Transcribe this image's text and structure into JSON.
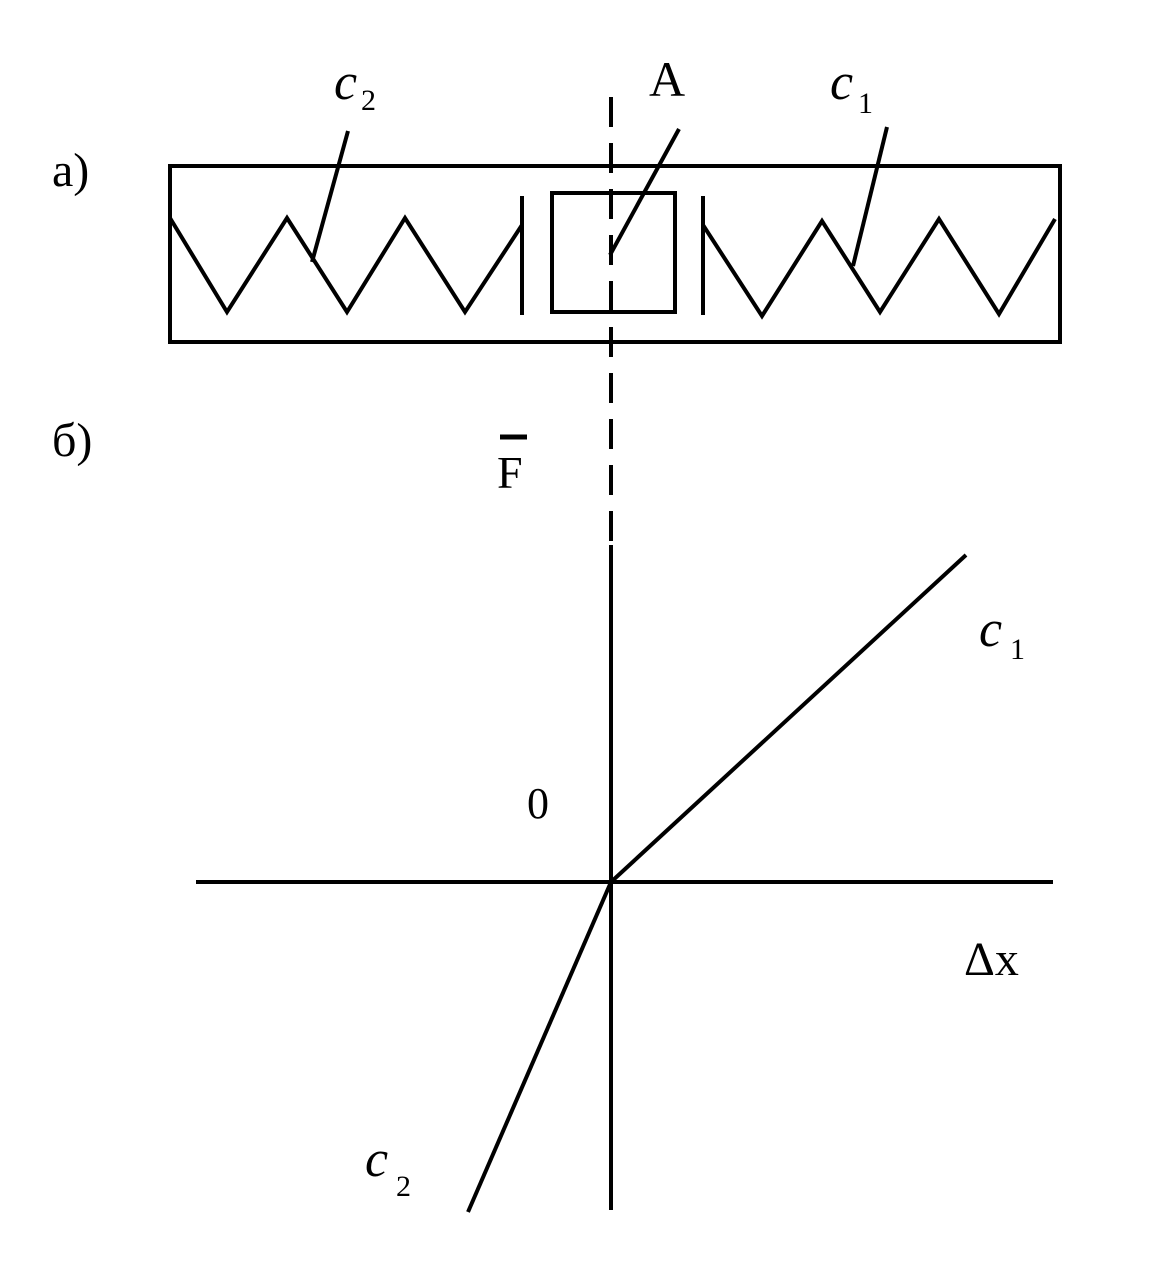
{
  "part_a": {
    "label": "а)",
    "spring_left_label": "c",
    "spring_left_subscript": "2",
    "mass_label": "A",
    "spring_right_label": "c",
    "spring_right_subscript": "1"
  },
  "part_b": {
    "label": "б)",
    "y_axis_label": "F",
    "x_axis_label": "Δx",
    "origin_label": "0",
    "line_upper_label": "c",
    "line_upper_subscript": "1",
    "line_lower_label": "c",
    "line_lower_subscript": "2"
  },
  "colors": {
    "stroke": "#000000",
    "background": "#ffffff"
  }
}
